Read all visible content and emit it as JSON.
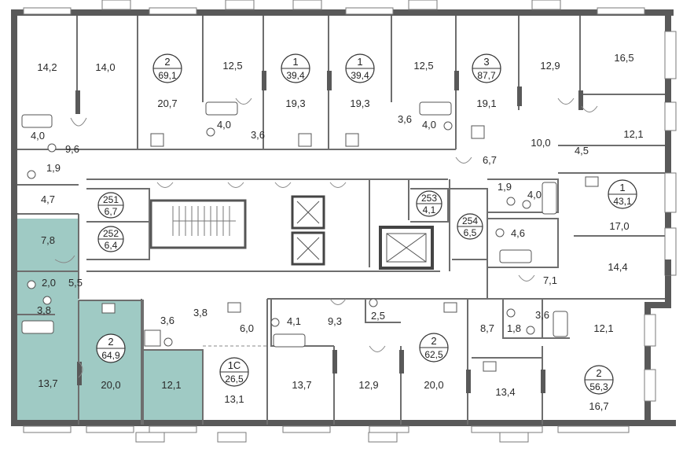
{
  "colors": {
    "wall": "#595959",
    "highlight_unit": "#9fcac4",
    "background": "#ffffff",
    "text": "#2a2a2a"
  },
  "rooms": [
    {
      "id": "r1",
      "label": "14,2",
      "hl": false
    },
    {
      "id": "r2",
      "label": "14,0",
      "hl": false
    },
    {
      "id": "r3",
      "label": "20,7",
      "hl": false
    },
    {
      "id": "r4",
      "label": "12,5",
      "hl": false
    },
    {
      "id": "r5",
      "label": "19,3",
      "hl": false
    },
    {
      "id": "r6",
      "label": "19,3",
      "hl": false
    },
    {
      "id": "r7",
      "label": "12,5",
      "hl": false
    },
    {
      "id": "r8",
      "label": "19,1",
      "hl": false
    },
    {
      "id": "r9",
      "label": "12,9",
      "hl": false
    },
    {
      "id": "r10",
      "label": "16,5",
      "hl": false
    },
    {
      "id": "r11",
      "label": "4,0",
      "hl": false
    },
    {
      "id": "r12",
      "label": "9,6",
      "hl": false
    },
    {
      "id": "r13",
      "label": "1,9",
      "hl": false
    },
    {
      "id": "r14",
      "label": "4,0",
      "hl": false
    },
    {
      "id": "r15",
      "label": "3,6",
      "hl": false
    },
    {
      "id": "r16",
      "label": "3,6",
      "hl": false
    },
    {
      "id": "r17",
      "label": "4,0",
      "hl": false
    },
    {
      "id": "r18",
      "label": "10,0",
      "hl": false
    },
    {
      "id": "r19",
      "label": "4,5",
      "hl": false
    },
    {
      "id": "r20",
      "label": "12,1",
      "hl": false
    },
    {
      "id": "r21",
      "label": "6,7",
      "hl": false
    },
    {
      "id": "r22",
      "label": "4,7",
      "hl": false
    },
    {
      "id": "r23",
      "label": "1,9",
      "hl": false
    },
    {
      "id": "r24",
      "label": "4,0",
      "hl": false
    },
    {
      "id": "r25",
      "label": "17,0",
      "hl": false
    },
    {
      "id": "r26",
      "label": "4,6",
      "hl": false
    },
    {
      "id": "r27",
      "label": "14,4",
      "hl": false
    },
    {
      "id": "r28",
      "label": "7,1",
      "hl": false
    },
    {
      "id": "r29",
      "label": "7,8",
      "hl": true
    },
    {
      "id": "r30",
      "label": "2,0",
      "hl": true
    },
    {
      "id": "r31",
      "label": "5,5",
      "hl": true
    },
    {
      "id": "r32",
      "label": "3,8",
      "hl": true
    },
    {
      "id": "r33",
      "label": "13,7",
      "hl": true
    },
    {
      "id": "r34",
      "label": "20,0",
      "hl": true
    },
    {
      "id": "r35",
      "label": "12,1",
      "hl": true
    },
    {
      "id": "r36",
      "label": "3,6",
      "hl": false
    },
    {
      "id": "r37",
      "label": "3,8",
      "hl": false
    },
    {
      "id": "r38",
      "label": "6,0",
      "hl": false
    },
    {
      "id": "r39",
      "label": "4,1",
      "hl": false
    },
    {
      "id": "r40",
      "label": "9,3",
      "hl": false
    },
    {
      "id": "r41",
      "label": "2,5",
      "hl": false
    },
    {
      "id": "r42",
      "label": "13,1",
      "hl": false
    },
    {
      "id": "r43",
      "label": "13,7",
      "hl": false
    },
    {
      "id": "r44",
      "label": "12,9",
      "hl": false
    },
    {
      "id": "r45",
      "label": "20,0",
      "hl": false
    },
    {
      "id": "r46",
      "label": "8,7",
      "hl": false
    },
    {
      "id": "r47",
      "label": "1,8",
      "hl": false
    },
    {
      "id": "r48",
      "label": "3,6",
      "hl": false
    },
    {
      "id": "r49",
      "label": "12,1",
      "hl": false
    },
    {
      "id": "r50",
      "label": "13,4",
      "hl": false
    },
    {
      "id": "r51",
      "label": "16,7",
      "hl": false
    }
  ],
  "units": [
    {
      "id": "u1",
      "rooms": "2",
      "area": "69,1"
    },
    {
      "id": "u2",
      "rooms": "1",
      "area": "39,4"
    },
    {
      "id": "u3",
      "rooms": "1",
      "area": "39,4"
    },
    {
      "id": "u4",
      "rooms": "3",
      "area": "87,7"
    },
    {
      "id": "u5",
      "rooms": "251",
      "area": "6,7"
    },
    {
      "id": "u6",
      "rooms": "252",
      "area": "6,4"
    },
    {
      "id": "u7",
      "rooms": "253",
      "area": "4,1"
    },
    {
      "id": "u8",
      "rooms": "254",
      "area": "6,5"
    },
    {
      "id": "u9",
      "rooms": "1",
      "area": "43,1"
    },
    {
      "id": "u10",
      "rooms": "2",
      "area": "64,9"
    },
    {
      "id": "u11",
      "rooms": "1С",
      "area": "26,5"
    },
    {
      "id": "u12",
      "rooms": "2",
      "area": "62,5"
    },
    {
      "id": "u13",
      "rooms": "2",
      "area": "56,3"
    }
  ]
}
